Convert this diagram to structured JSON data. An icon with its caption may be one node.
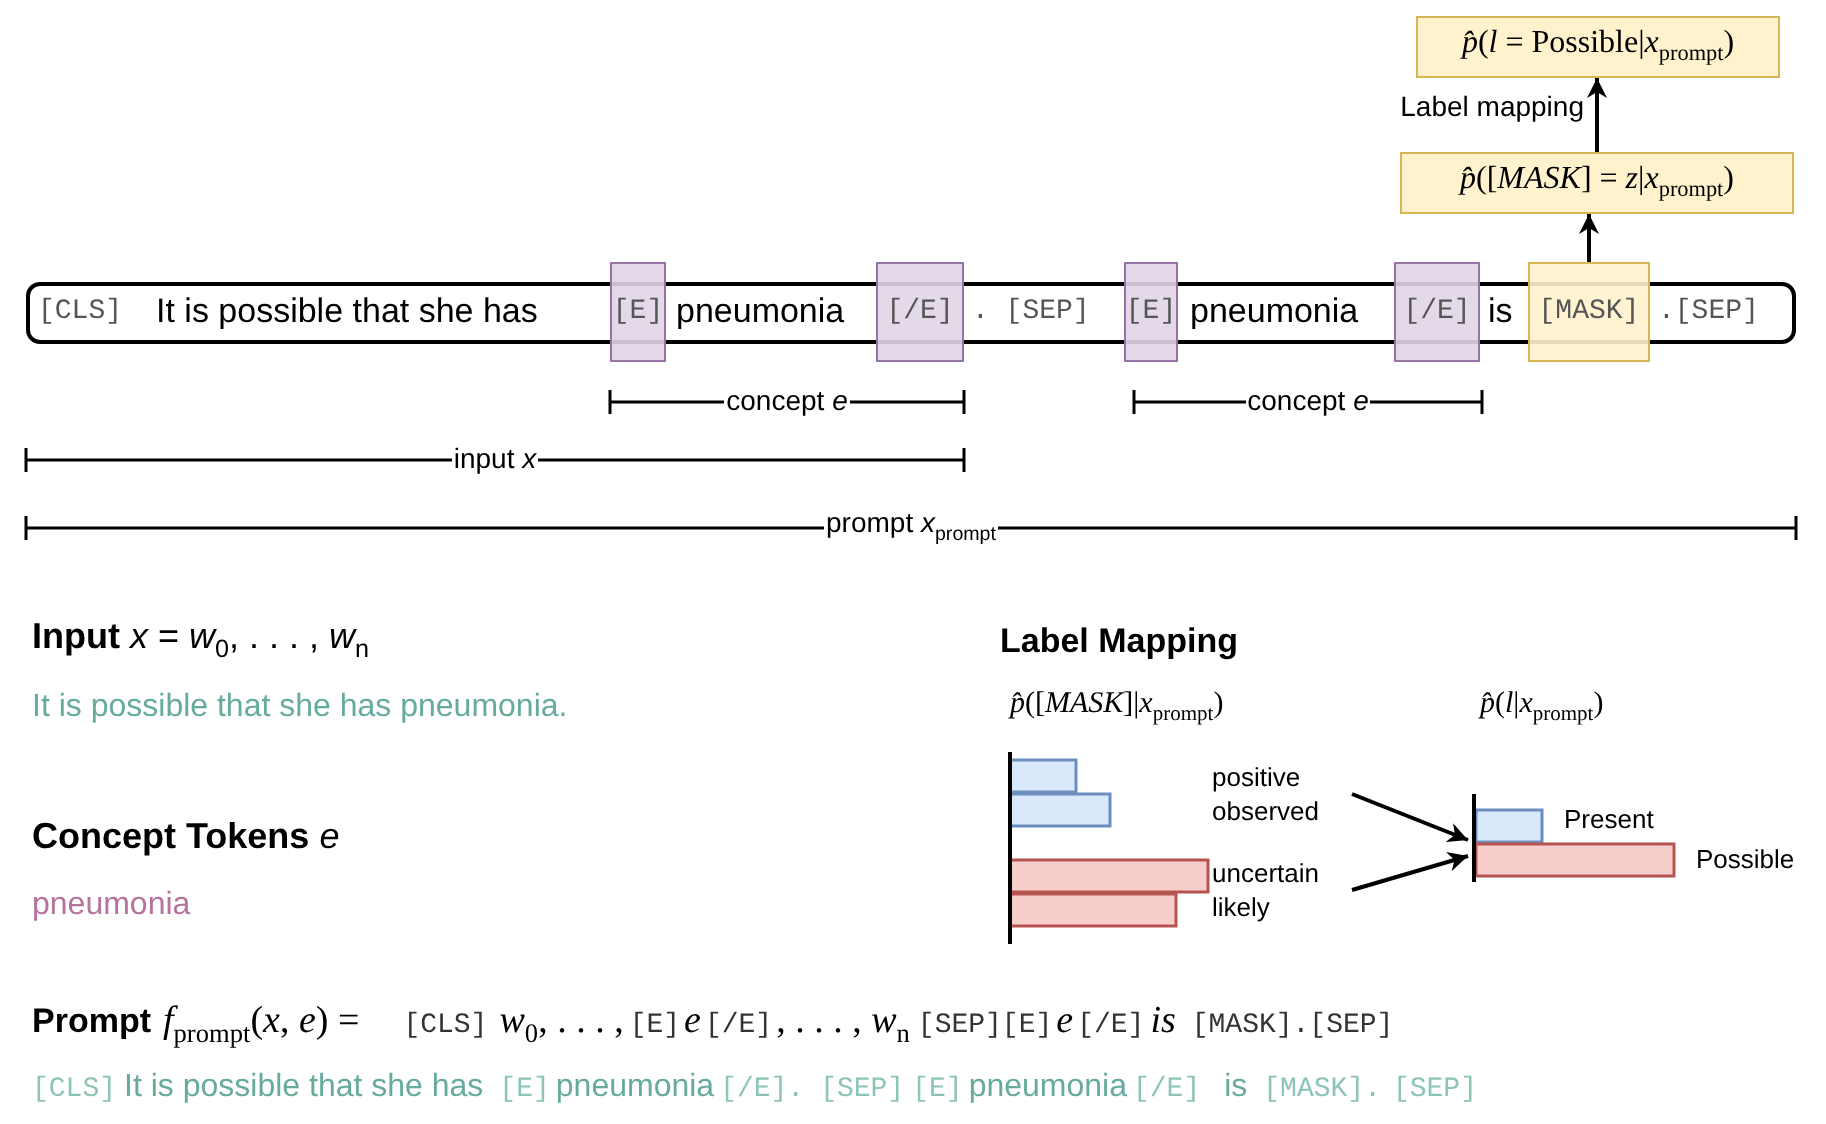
{
  "diagram": {
    "nodes": [
      {
        "text": [
          "*p̂*(*l* = Possible|*x*$_{prompt}$)"
        ]
      },
      {
        "text": [
          "*p̂*([*MASK*] = *z*|*x*$_{prompt}$)"
        ]
      },
      {
        "text": [
          "[CLS]",
          "It is possible that she has",
          "pneumonia",
          ". [SEP]",
          "pneumonia",
          "is",
          ".[SEP]"
        ]
      },
      {
        "text": [
          "[E]"
        ]
      },
      {
        "text": [
          "[/E]"
        ]
      },
      {
        "text": [
          "[E]"
        ]
      },
      {
        "text": [
          "[/E]"
        ]
      },
      {
        "text": [
          "[MASK]"
        ]
      },
      {
        "text": [
          "positive observed"
        ]
      },
      {
        "text": [
          "uncertain likely"
        ]
      },
      {
        "text": [
          "Present",
          "Possible"
        ]
      }
    ],
    "edges": [
      {
        "from": 7,
        "to": 1,
        "arrow": "to"
      },
      {
        "from": 1,
        "to": 0,
        "arrow": "to",
        "label": "Label mapping"
      },
      {
        "from": 8,
        "to": 10,
        "arrow": "to"
      },
      {
        "from": 9,
        "to": 10,
        "arrow": "to"
      }
    ],
    "labels": [
      "concept *e*",
      "concept *e*",
      "input *x*",
      "prompt  *x*$_{prompt}$",
      "**Input** *x* = *w*$_{0}$, . . . , *w*$_{n}$",
      "It is possible that she has pneumonia.",
      "**Concept Tokens** *e*",
      "pneumonia",
      "Label Mapping",
      "*p̂*([*MASK*]|*x*$_{prompt}$)",
      "*p̂*(*l*|*x*$_{prompt}$)",
      "Prompt",
      "*f*$_{prompt}$(*x*, *e*) =",
      "[CLS]",
      "*w*$_{0}$, . . . ,",
      "[E]",
      "*e*",
      "[/E]",
      ", . . . , *w*$_{n}$",
      "[SEP][E]",
      "*e*",
      "[/E]",
      "*is*",
      "[MASK].[SEP]",
      "[CLS]",
      "It is possible that she has",
      "[E]",
      "pneumonia",
      "[/E].",
      "[SEP]",
      "[E]",
      "pneumonia",
      "[/E]",
      "is",
      "[MASK].",
      "[SEP]"
    ]
  }
}
